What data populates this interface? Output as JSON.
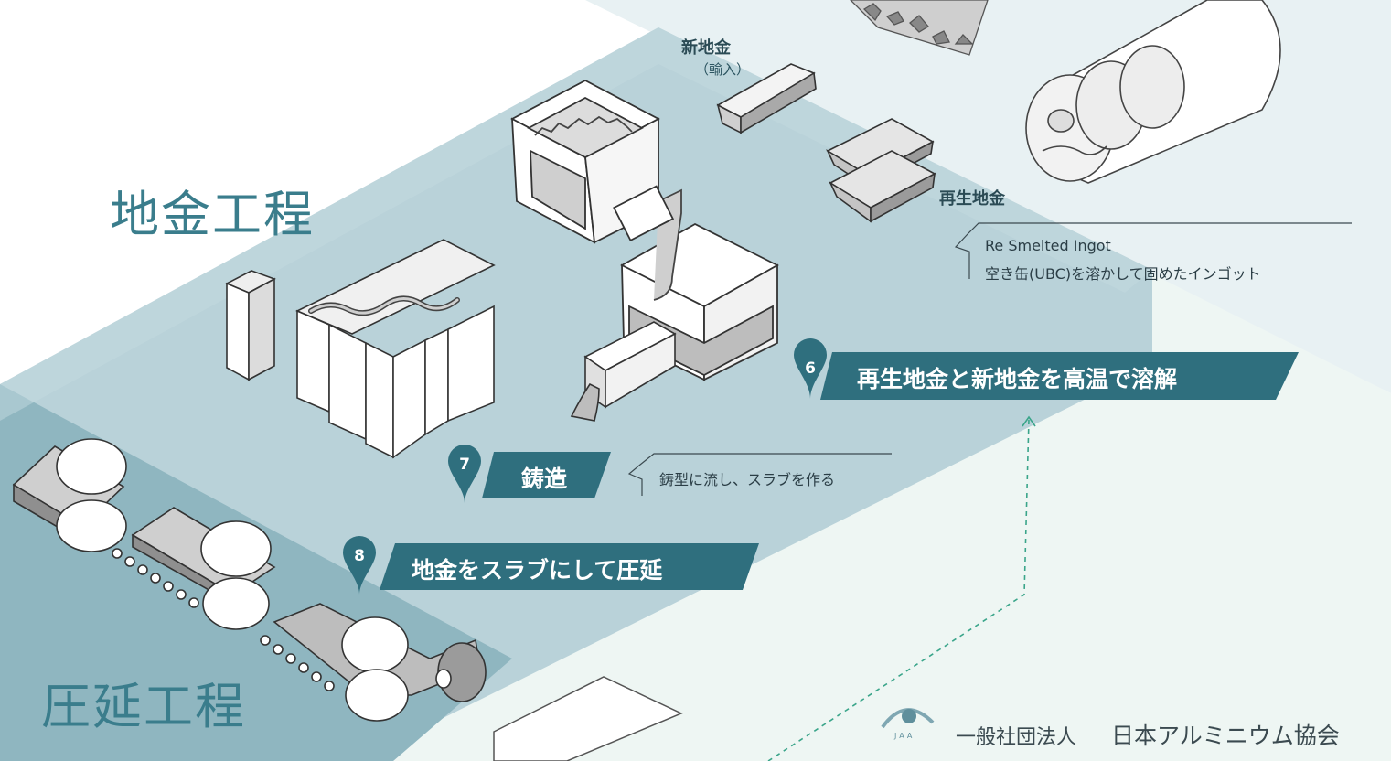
{
  "sections": {
    "ingot_process": "地金工程",
    "rolling_process": "圧延工程"
  },
  "materials": {
    "primary_ingot": "新地金",
    "primary_ingot_sub": "（輸入）",
    "recycled_ingot": "再生地金"
  },
  "callout_recycled": {
    "title": "Re Smelted Ingot",
    "description": "空き缶(UBC)を溶かして固めたインゴット"
  },
  "steps": [
    {
      "number": "6",
      "label": "再生地金と新地金を高温で溶解"
    },
    {
      "number": "7",
      "label": "鋳造",
      "note": "鋳型に流し、スラブを作る"
    },
    {
      "number": "8",
      "label": "地金をスラブにして圧延"
    }
  ],
  "footer": {
    "logo_mark": "JAA",
    "org_type": "一般社団法人",
    "org_name": "日本アルミニウム協会"
  },
  "colors": {
    "band_dark": "#b8d1d8",
    "band_rolling": "#8db5bf",
    "band_light": "#e8f1f3",
    "band_mint": "#edf6f3",
    "banner": "#2f6f7e",
    "section_text": "#3a7d8c",
    "arrow": "#3aa58a"
  }
}
